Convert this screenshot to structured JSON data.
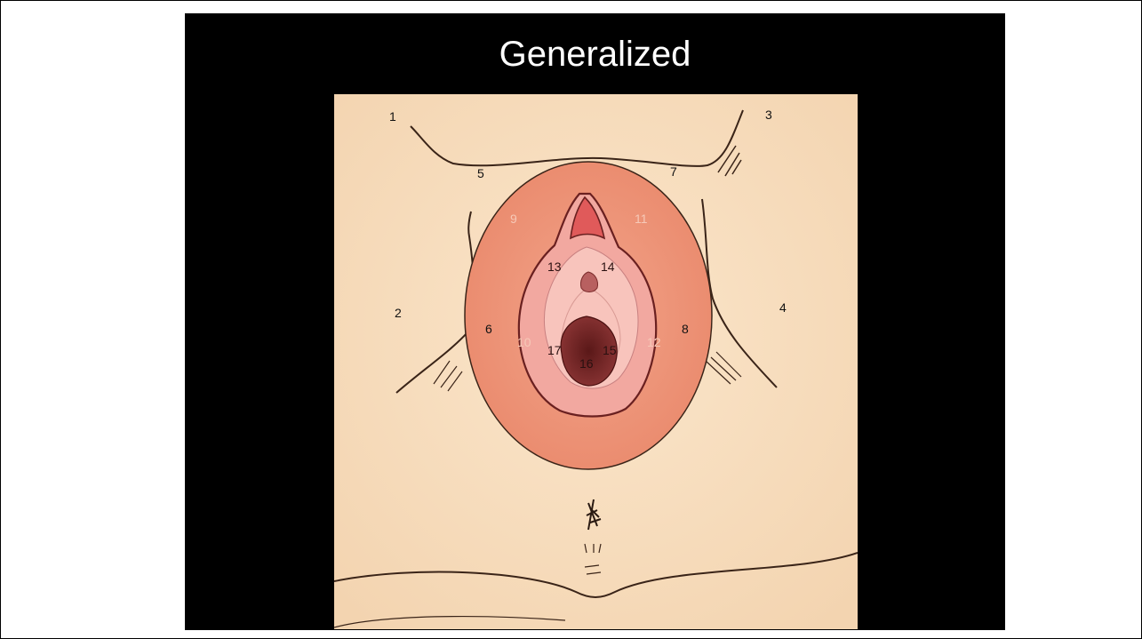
{
  "slide": {
    "title": "Generalized"
  },
  "diagram": {
    "region_labels": [
      "1",
      "2",
      "3",
      "4",
      "5",
      "6",
      "7",
      "8",
      "9",
      "10",
      "11",
      "12",
      "13",
      "14",
      "15",
      "16",
      "17"
    ],
    "colors": {
      "background": "#000000",
      "skin": "#f8dfc0",
      "highlight_overlay": "#ec8f74",
      "inner_tissue": "#f5b6b0",
      "opening": "#6e2424"
    }
  }
}
